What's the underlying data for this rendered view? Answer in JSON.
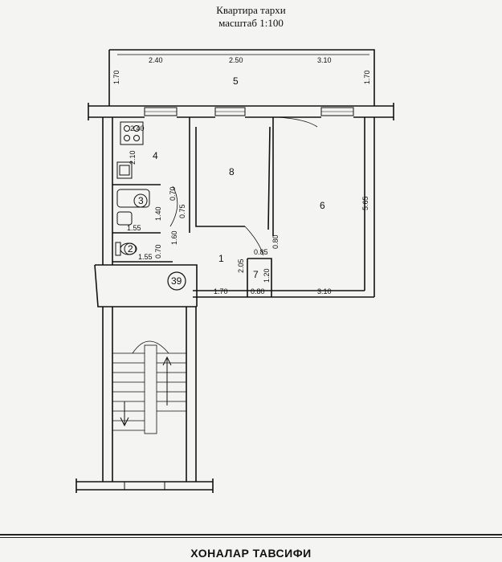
{
  "header": {
    "title": "Квартира тархи",
    "scale": "масштаб 1:100"
  },
  "rooms": {
    "r1": "1",
    "r2": "2",
    "r3": "3",
    "r4": "4",
    "r5": "5",
    "r6": "6",
    "r7": "7",
    "r8": "8",
    "stair_no": "39"
  },
  "dimensions": {
    "balcony_w1": "2.40",
    "balcony_w2": "2.50",
    "balcony_w3": "3.10",
    "balcony_d_left": "1.70",
    "balcony_d_right": "1.70",
    "kitchen_w": "2.40",
    "kitchen_d": "2.10",
    "bath_d": "1.40",
    "bath_w": "1.55",
    "bath_door": "0.70",
    "bath_door2": "0.75",
    "wc_d": "1.60",
    "wc_w": "1.55",
    "wc_door": "0.70",
    "room6_d": "5.65",
    "room6_w": "3.10",
    "hall_w": "1.70",
    "hall_d": "2.05",
    "closet_door": "0.85",
    "closet_door2": "0.80",
    "closet_d": "1.20",
    "closet_w": "0.80"
  },
  "footer": {
    "section_title": "ХОНАЛАР ТАВСИФИ"
  }
}
